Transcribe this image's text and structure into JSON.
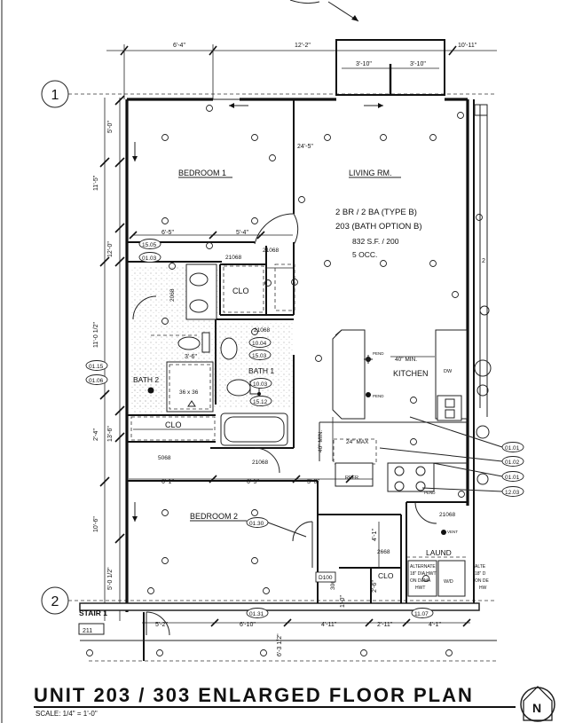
{
  "title": "UNIT 203 / 303 ENLARGED FLOOR PLAN",
  "scale": "SCALE: 1/4\" = 1'-0\"",
  "grid_bubbles": [
    "1",
    "2"
  ],
  "rooms": {
    "bedroom1": "BEDROOM 1",
    "living": "LIVING RM.",
    "clo1": "CLO",
    "bath2": "BATH 2",
    "bath1": "BATH 1",
    "clo2": "CLO",
    "kitchen": "KITCHEN",
    "bedroom2": "BEDROOM 2",
    "laund": "LAUND",
    "clo3": "CLO",
    "stair": "STAIR 1",
    "stair_num": "211"
  },
  "unit_info": {
    "line1": "2 BR / 2 BA (TYPE B)",
    "line2": "203  (BATH OPTION B)",
    "line3": "832 S.F. / 200",
    "line4": "5 OCC."
  },
  "dims": {
    "d1": "6'-4\"",
    "d2": "12'-2\"",
    "d3": "10'-11\"",
    "d4": "3'-10\"",
    "d5": "3'-10\"",
    "d6": "24'-5\"",
    "d7": "5'-0\"",
    "d8": "11'-5\"",
    "d9": "12'-0\"",
    "d10": "11'-0 1/2\"",
    "d11": "13'-6\"",
    "d12": "2'-4\"",
    "d13": "10'-6\"",
    "d14": "5'-0 1/2\"",
    "d15": "6'-5\"",
    "d16": "5'-4\"",
    "d17": "3'-6\"",
    "d18": "40\" MIN.",
    "d19": "40\" MIN.",
    "d20": "24\" MAX",
    "d21": "6'-1\"",
    "d22": "6'-5\"",
    "d23": "3'-0\"",
    "d24": "4'-1\"",
    "d25": "2'-6\"",
    "d26": "1'-0\"",
    "d27": "5'-2\"",
    "d28": "6'-10\"",
    "d29": "4'-11\"",
    "d30": "2'-11\"",
    "d31": "4'-1\"",
    "d32": "6'-3 1/2\"",
    "d33": "36 x 36"
  },
  "doors": {
    "dr1": "21068",
    "dr2": "21068",
    "dr3": "2068",
    "dr4": "21068",
    "dr5": "5068",
    "dr6": "21068",
    "dr7": "21068",
    "dr8": "2668",
    "dr9": "3068"
  },
  "tags": {
    "t1": "15.05",
    "t2": "01.03",
    "t3": "01.15",
    "t4": "01.06",
    "t5": "10.04",
    "t6": "15.03",
    "t7": "10.03",
    "t8": "15.12",
    "t9": "01.30",
    "t10": "D100",
    "t11": "01.31",
    "t12": "11.07",
    "t13": "01.01",
    "t14": "01.02",
    "t15": "01.01",
    "t16": "12.03"
  },
  "labels": {
    "pend1": "PEND",
    "pend2": "PEND",
    "pend3": "PEND",
    "refr": "REFR.",
    "dw": "DW",
    "vent": "VENT",
    "wd": "W/D",
    "alt1": "ALTERNATE",
    "alt2": "18\" DIA HWT",
    "alt3": "ON DEMA",
    "alt4": "HWT",
    "alt_r": "ALTE",
    "alt_r2": "18\" D",
    "alt_r3": "ON DE",
    "alt_r4": "HW"
  },
  "north_letter": "N"
}
